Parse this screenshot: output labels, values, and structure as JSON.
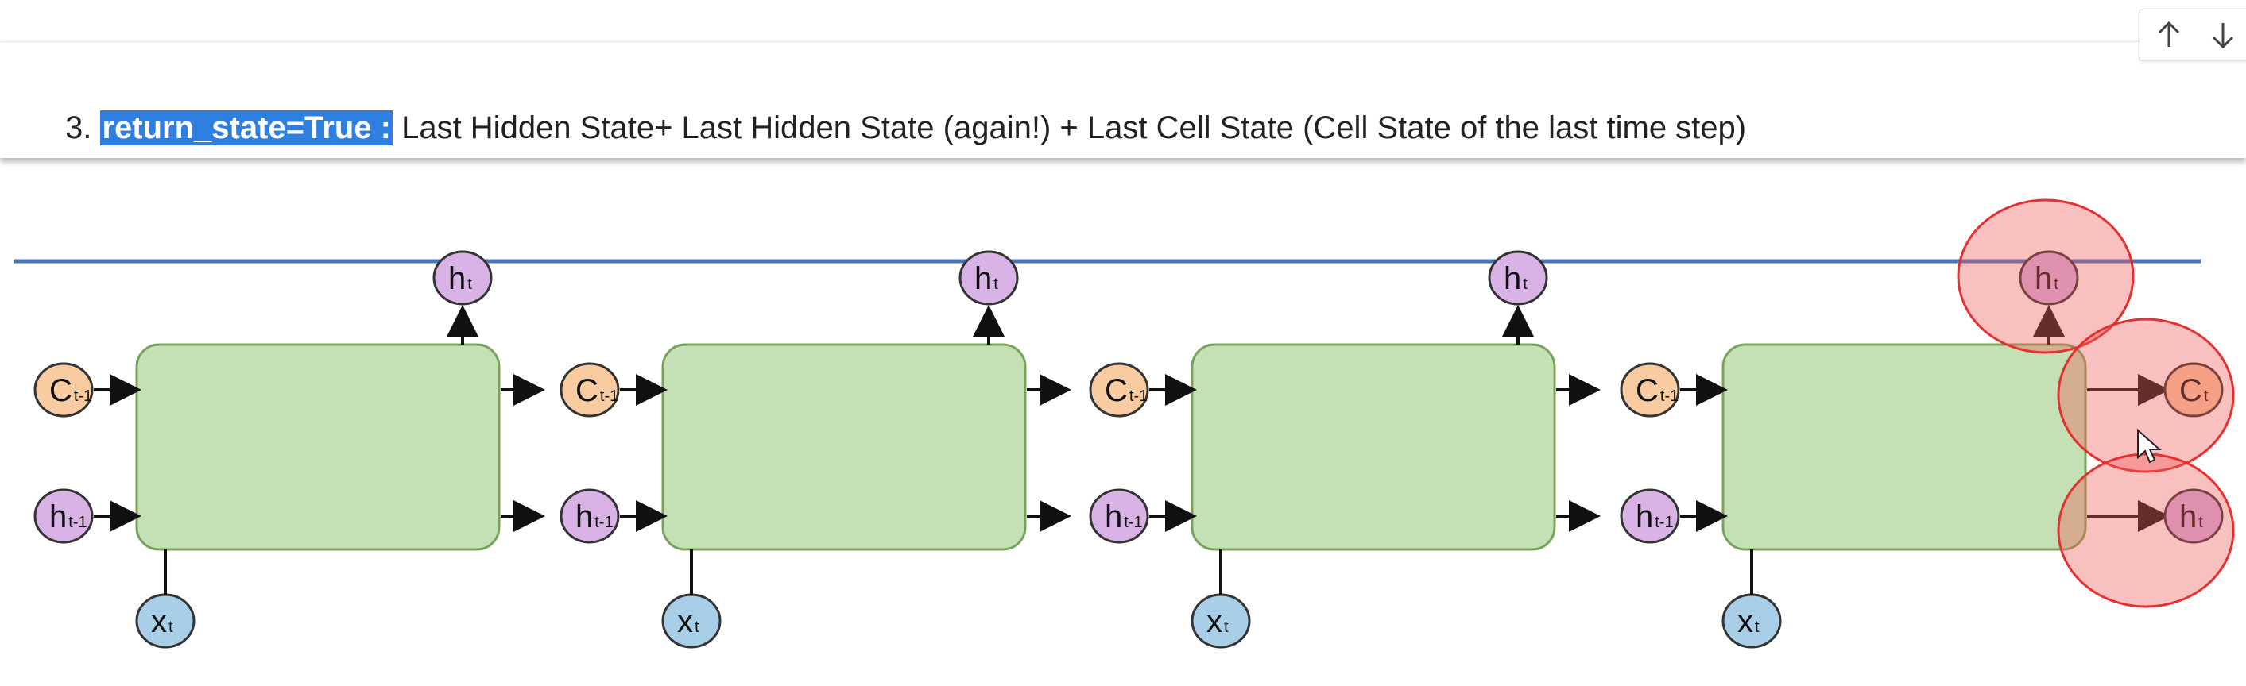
{
  "toolbar": {
    "move_up": "arrow-up-icon",
    "move_down": "arrow-down-icon"
  },
  "cell": {
    "number": "3.",
    "highlight": "return_state=True :",
    "rest": "Last Hidden State+ Last Hidden State (again!) + Last Cell State (Cell State of the last time step)"
  },
  "diagram": {
    "cell_input": "C",
    "cell_input_sub": "t-1",
    "hidden_input": "h",
    "hidden_input_sub": "t-1",
    "x_input": "x",
    "x_input_sub": "t",
    "h_output": "h",
    "h_output_sub": "t",
    "c_output": "C",
    "c_output_sub": "t",
    "colors": {
      "lstm_box": "#c5e0b4",
      "cell_state": "#f8cba0",
      "hidden_state": "#d9b3e6",
      "input": "#a9cfe8",
      "highlight_circle": "#f05a5a",
      "rule": "#4a74b9"
    }
  }
}
